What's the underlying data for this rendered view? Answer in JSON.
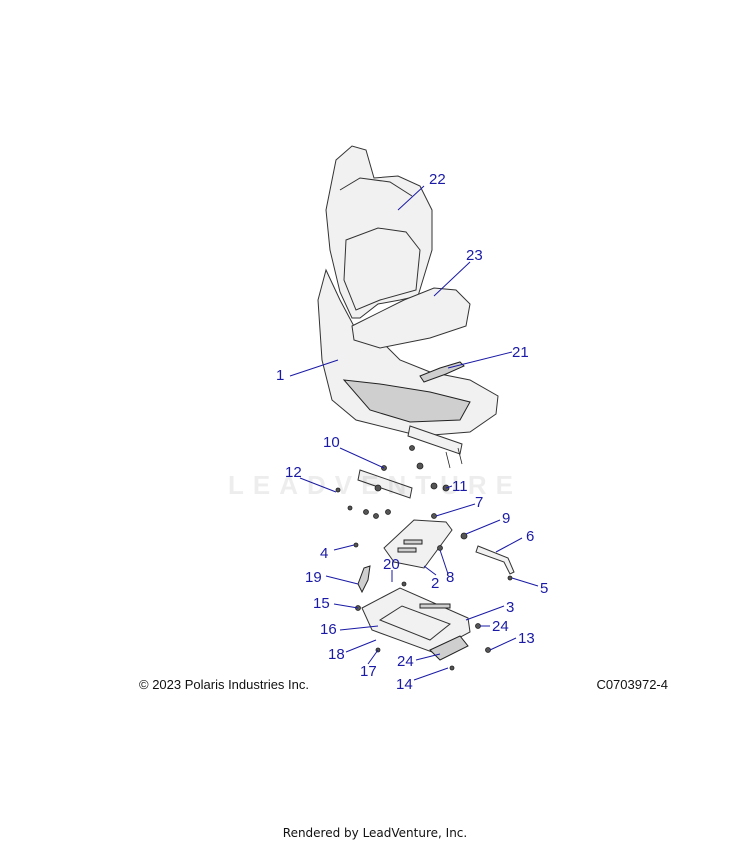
{
  "diagram": {
    "watermark": "LEADVENTURE",
    "callouts": [
      {
        "id": "c22",
        "label": "22"
      },
      {
        "id": "c23",
        "label": "23"
      },
      {
        "id": "c21",
        "label": "21"
      },
      {
        "id": "c1",
        "label": "1"
      },
      {
        "id": "c10",
        "label": "10"
      },
      {
        "id": "c12",
        "label": "12"
      },
      {
        "id": "c11",
        "label": "11"
      },
      {
        "id": "c7",
        "label": "7"
      },
      {
        "id": "c9",
        "label": "9"
      },
      {
        "id": "c6",
        "label": "6"
      },
      {
        "id": "c4",
        "label": "4"
      },
      {
        "id": "c20",
        "label": "20"
      },
      {
        "id": "c2",
        "label": "2"
      },
      {
        "id": "c8",
        "label": "8"
      },
      {
        "id": "c5",
        "label": "5"
      },
      {
        "id": "c19",
        "label": "19"
      },
      {
        "id": "c15",
        "label": "15"
      },
      {
        "id": "c3",
        "label": "3"
      },
      {
        "id": "c24a",
        "label": "24"
      },
      {
        "id": "c16",
        "label": "16"
      },
      {
        "id": "c13",
        "label": "13"
      },
      {
        "id": "c18",
        "label": "18"
      },
      {
        "id": "c24b",
        "label": "24"
      },
      {
        "id": "c17",
        "label": "17"
      },
      {
        "id": "c14",
        "label": "14"
      }
    ]
  },
  "footer": {
    "copyright": "© 2023 Polaris Industries Inc.",
    "catalog_number": "C0703972-4",
    "rendered_by": "Rendered by LeadVenture, Inc."
  }
}
